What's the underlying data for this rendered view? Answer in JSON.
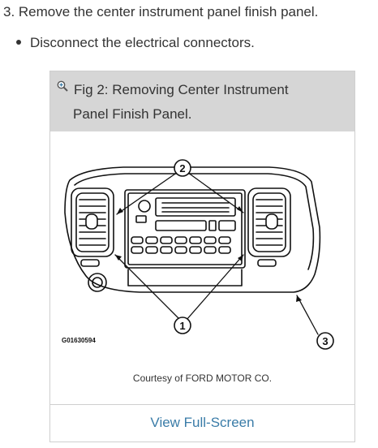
{
  "step": {
    "text": "3. Remove the center instrument panel finish panel."
  },
  "bullets": [
    "Disconnect the electrical connectors."
  ],
  "figure": {
    "title_line1": "Fig 2: Removing Center Instrument",
    "title_line2": "Panel Finish Panel.",
    "zoom_icon": "zoom-in-icon",
    "image_code": "G01630594",
    "callouts": [
      "1",
      "2",
      "3"
    ],
    "courtesy": "Courtesy of FORD MOTOR CO.",
    "view_fullscreen": "View Full-Screen"
  },
  "colors": {
    "header_bg": "#d6d6d6",
    "link": "#3a7ca8",
    "border": "#cfcfcf"
  }
}
